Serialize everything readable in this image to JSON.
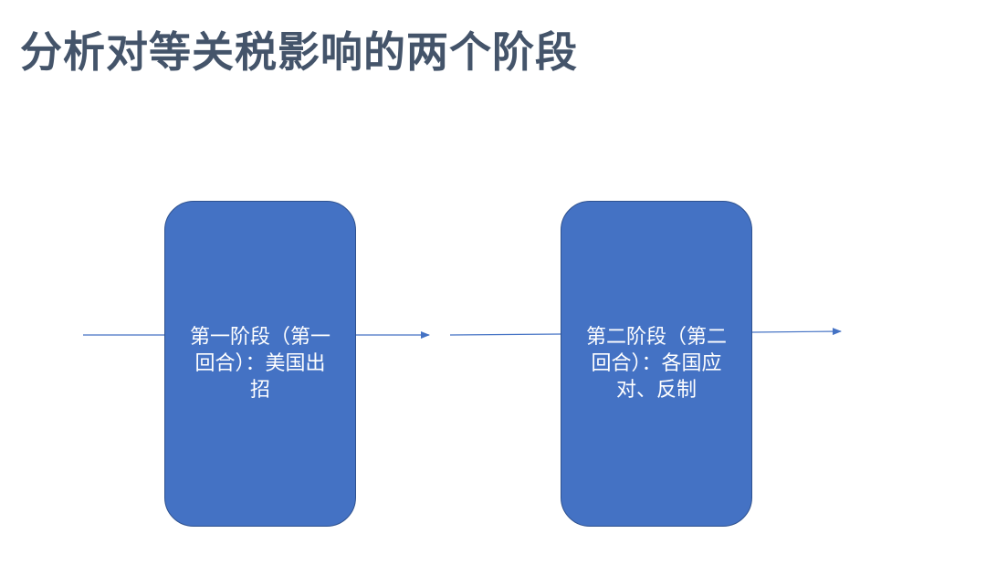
{
  "title": "分析对等关税影响的两个阶段",
  "colors": {
    "title": "#44546a",
    "box_fill": "#4472c4",
    "box_border": "#2f528f",
    "arrow": "#4472c4",
    "box_text": "#ffffff"
  },
  "stages": [
    {
      "text": "第一阶段（第一回合）：美国出招"
    },
    {
      "text": "第二阶段（第二回合）：各国应对、反制"
    }
  ]
}
